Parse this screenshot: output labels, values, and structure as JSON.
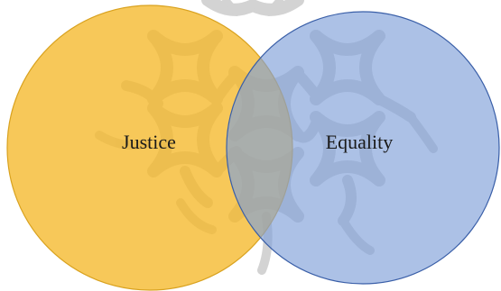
{
  "diagram": {
    "type": "venn",
    "sets": [
      {
        "label": "Justice",
        "fill_color": "#f5b82a",
        "stroke_color": "#d9a21f"
      },
      {
        "label": "Equality",
        "fill_color": "#7f9fd8",
        "stroke_color": "#3a5fa8"
      }
    ],
    "watermark": {
      "icon": "lattice-ornament-icon",
      "color": "#b0b0b0"
    }
  }
}
